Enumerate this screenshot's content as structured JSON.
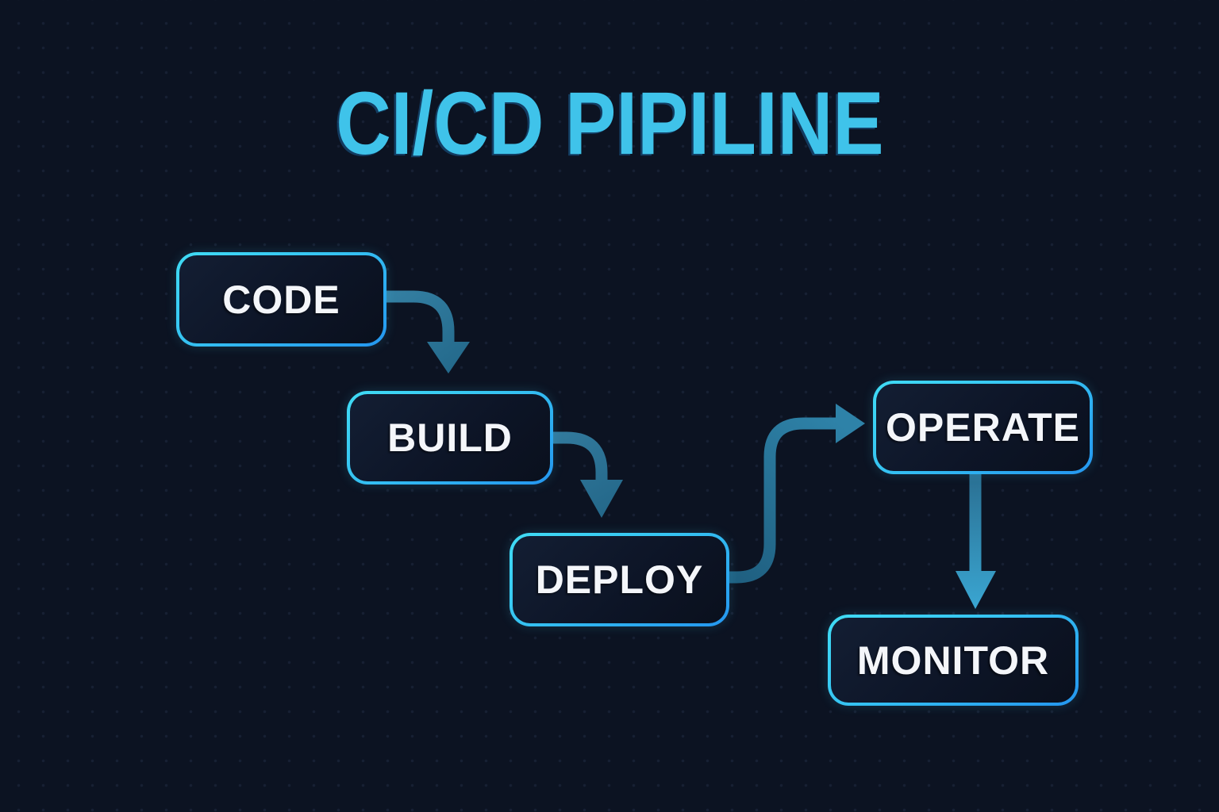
{
  "title": "CI/CD PIPILINE",
  "nodes": [
    {
      "id": "code",
      "label": "CODE"
    },
    {
      "id": "build",
      "label": "BUILD"
    },
    {
      "id": "deploy",
      "label": "DEPLOY"
    },
    {
      "id": "operate",
      "label": "OPERATE"
    },
    {
      "id": "monitor",
      "label": "MONITOR"
    }
  ],
  "edges": [
    {
      "from": "CODE",
      "to": "BUILD",
      "shape": "right-then-down"
    },
    {
      "from": "BUILD",
      "to": "DEPLOY",
      "shape": "right-then-down"
    },
    {
      "from": "DEPLOY",
      "to": "OPERATE",
      "shape": "right-up-right"
    },
    {
      "from": "OPERATE",
      "to": "MONITOR",
      "shape": "straight-down"
    }
  ],
  "colors": {
    "background": "#0c1322",
    "dot_grid": "rgba(120,150,200,0.10)",
    "title_text": "#3fc3ea",
    "box_border_start": "#40dcf5",
    "box_border_end": "#2496ef",
    "box_fill_start": "#131e33",
    "box_fill_end": "#0a101d",
    "node_label_text": "#f4f6fa",
    "arrow_teal_start": "#347fa2",
    "arrow_teal_end": "#1f5f80",
    "arrow_blue_start": "#2a6f92",
    "arrow_blue_end": "#3aa6d2"
  }
}
